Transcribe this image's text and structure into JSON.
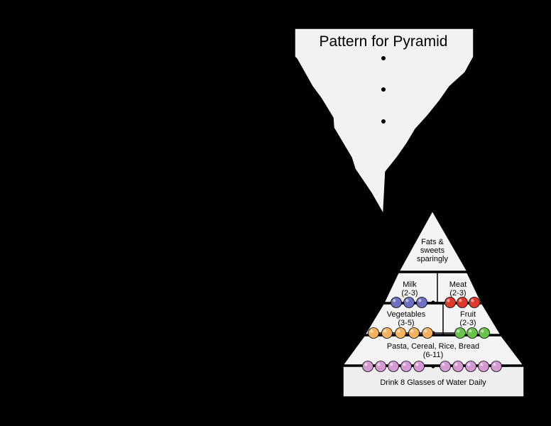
{
  "pattern": {
    "title": "Pattern for Pyramid"
  },
  "pyramid": {
    "top": {
      "line1": "Fats &",
      "line2": "sweets",
      "line3": "sparingly"
    },
    "milk": {
      "label": "Milk",
      "servings": "(2-3)",
      "bead_count": 3,
      "bead_color": "#6d6fc0"
    },
    "meat": {
      "label": "Meat",
      "servings": "(2-3)",
      "bead_count": 3,
      "bead_color": "#e0392b"
    },
    "vegetables": {
      "label": "Vegetables",
      "servings": "(3-5)",
      "bead_count": 5,
      "bead_color": "#f5b25e"
    },
    "fruit": {
      "label": "Fruit",
      "servings": "(2-3)",
      "bead_count": 3,
      "bead_color": "#69c24a"
    },
    "grains": {
      "label": "Pasta, Cereal, Rice, Bread",
      "servings": "(6-11)",
      "bead_count": 10,
      "bead_color": "#d59ad2"
    },
    "water": {
      "label": "Drink 8 Glasses of Water Daily"
    }
  },
  "colors": {
    "background": "#000000",
    "panel_fill": "#ffffff",
    "page_fill": "#f2f2f2",
    "water_fill": "#eeeeee",
    "stroke": "#000000"
  }
}
